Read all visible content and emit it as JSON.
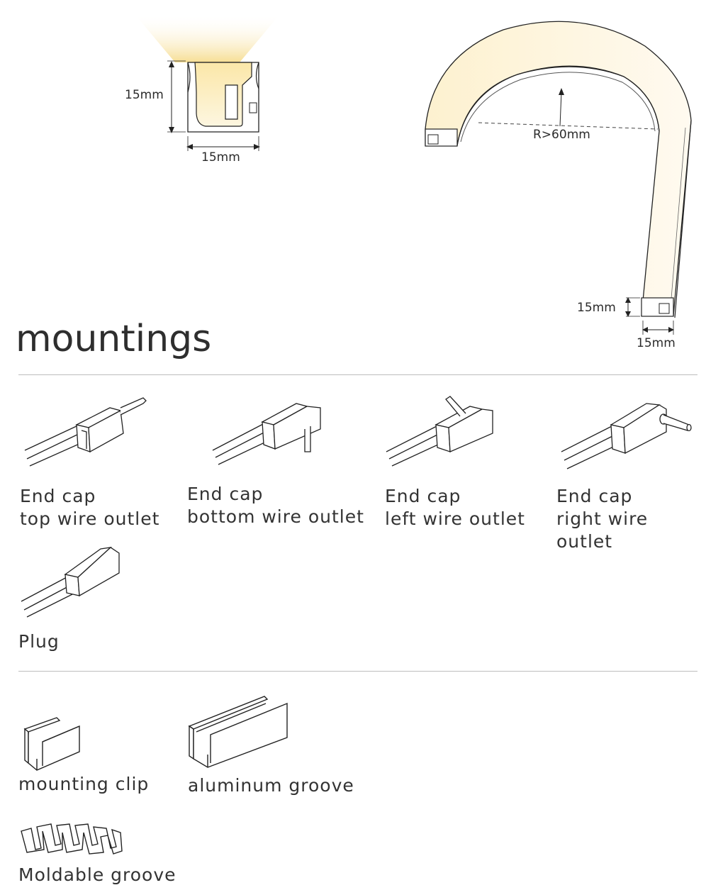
{
  "profile": {
    "height_label": "15mm",
    "width_label": "15mm"
  },
  "bend": {
    "radius_label": "R>60mm",
    "height_label": "15mm",
    "width_label": "15mm"
  },
  "colors": {
    "glow": "#fdf4d8",
    "line": "#222222",
    "rule": "#bdbdbd",
    "text": "#333333"
  },
  "mountings": {
    "heading": "mountings",
    "end_caps": [
      {
        "icon": "end-cap-top-wire-outlet-icon",
        "line1": "End cap",
        "line2": "top wire outlet"
      },
      {
        "icon": "end-cap-bottom-wire-outlet-icon",
        "line1": "End cap",
        "line2": "bottom wire outlet"
      },
      {
        "icon": "end-cap-left-wire-outlet-icon",
        "line1": "End cap",
        "line2": "left wire outlet"
      },
      {
        "icon": "end-cap-right-wire-outlet-icon",
        "line1": "End cap",
        "line2": "right wire outlet"
      }
    ],
    "plug": {
      "icon": "plug-icon",
      "label": "Plug"
    },
    "accessories": [
      {
        "icon": "mounting-clip-icon",
        "label": "mounting clip"
      },
      {
        "icon": "aluminum-groove-icon",
        "label": "aluminum groove"
      },
      {
        "icon": "moldable-groove-icon",
        "label": "Moldable groove"
      }
    ]
  }
}
